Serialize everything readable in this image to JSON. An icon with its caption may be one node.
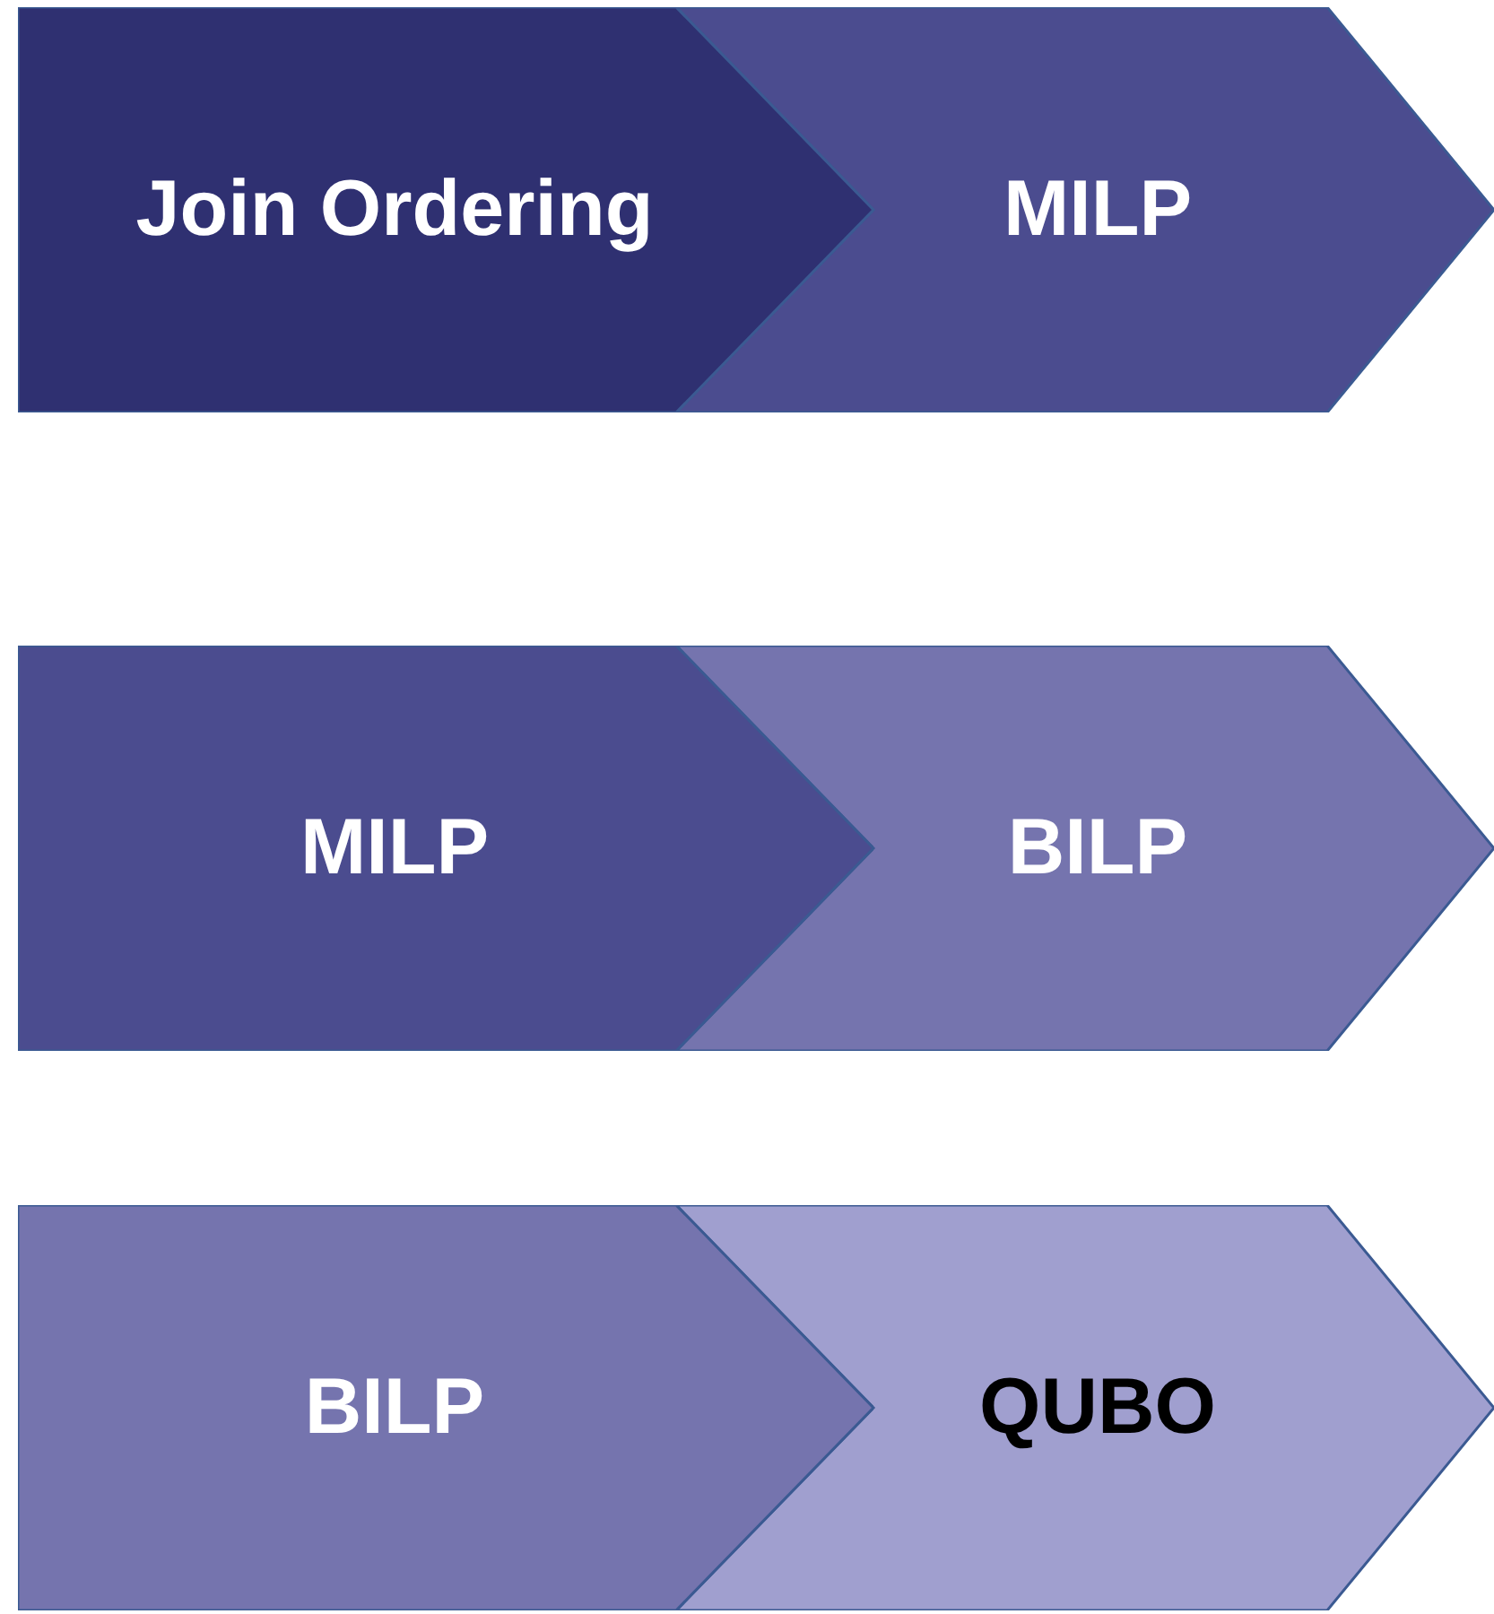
{
  "diagram": {
    "nodes": [
      {
        "text": [
          "Join Ordering"
        ]
      },
      {
        "text": [
          "MILP"
        ]
      },
      {
        "text": [
          "MILP"
        ]
      },
      {
        "text": [
          "BILP"
        ]
      },
      {
        "text": [
          "BILP"
        ]
      },
      {
        "text": [
          "QUBO"
        ]
      }
    ]
  }
}
